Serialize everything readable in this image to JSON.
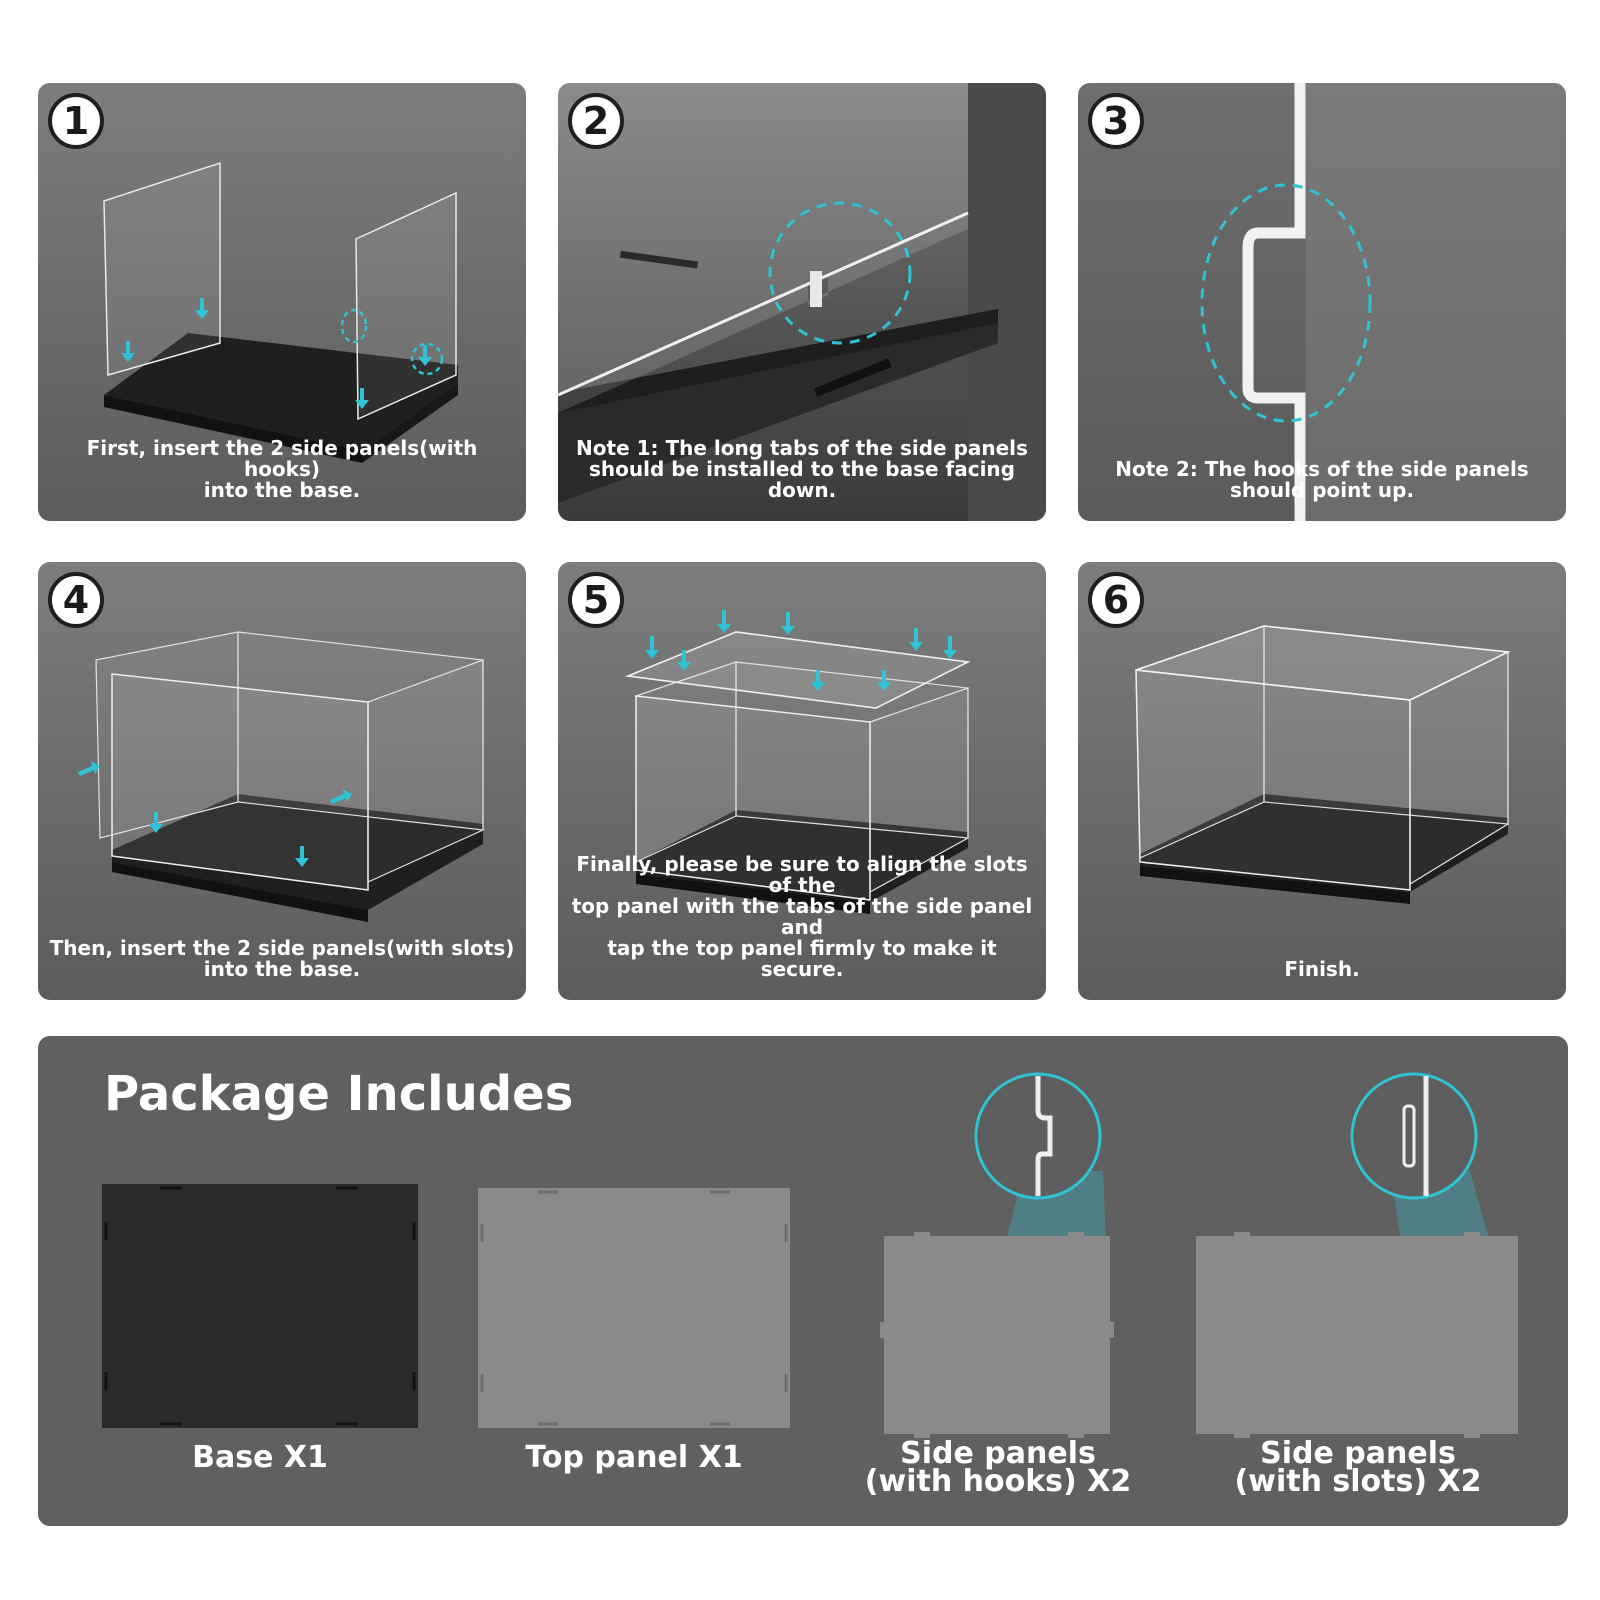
{
  "steps": [
    {
      "number": "1",
      "caption": "First, insert the 2 side panels(with hooks)\ninto the base."
    },
    {
      "number": "2",
      "caption": "Note 1: The long tabs of the side panels\nshould be installed to the base facing down."
    },
    {
      "number": "3",
      "caption": "Note 2: The hooks of the side panels\nshould point up."
    },
    {
      "number": "4",
      "caption": "Then, insert the 2 side panels(with slots)\ninto the base."
    },
    {
      "number": "5",
      "caption": "Finally, please be sure to align the slots of the\ntop panel with the tabs of the side panel and\ntap the top panel firmly to make it secure."
    },
    {
      "number": "6",
      "caption": "Finish."
    }
  ],
  "package": {
    "title": "Package Includes",
    "items": [
      {
        "label": "Base X1"
      },
      {
        "label": "Top panel X1"
      },
      {
        "label": "Side panels\n(with hooks) X2"
      },
      {
        "label": "Side panels\n(with slots) X2"
      }
    ]
  },
  "colors": {
    "accent": "#2ec4d6",
    "panel_bg": "#6a6a6a",
    "package_bg": "#606060",
    "base_black": "#2a2a2a",
    "acrylic_gray": "#8a8a8a"
  },
  "icons": [
    "arrow-down-icon",
    "dashed-circle-highlight",
    "magnifier-circle"
  ]
}
